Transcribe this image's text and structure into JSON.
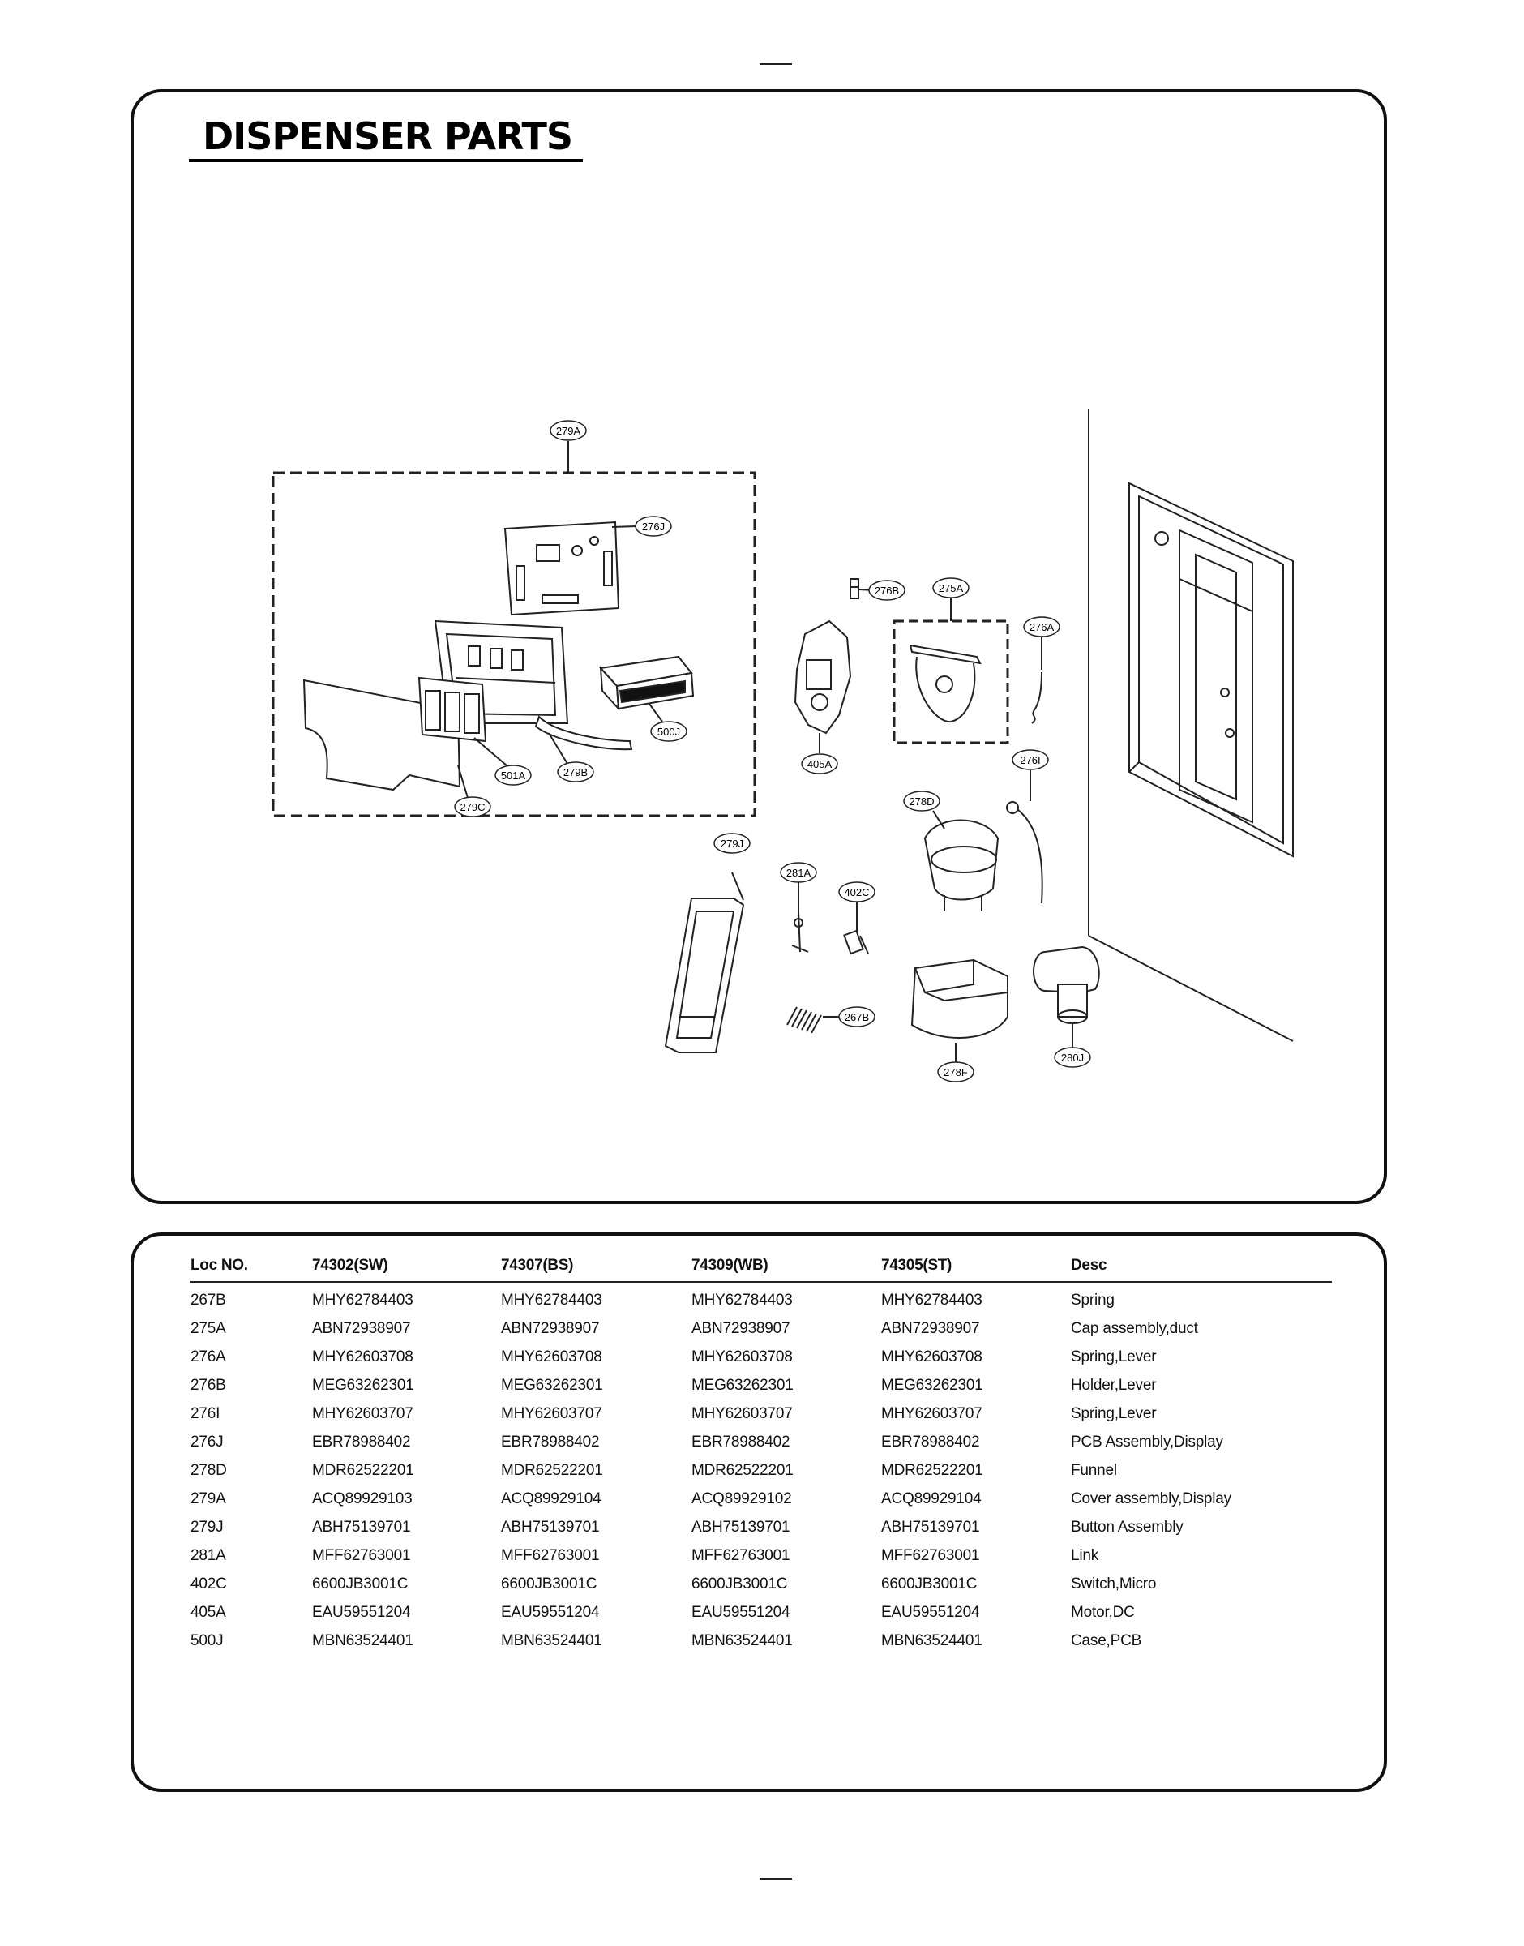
{
  "page": {
    "section_title": "DISPENSER PARTS"
  },
  "diagram": {
    "callouts": [
      "279A",
      "276J",
      "276B",
      "275A",
      "276A",
      "500J",
      "405A",
      "276I",
      "278D",
      "501A",
      "279B",
      "279C",
      "279J",
      "281A",
      "402C",
      "267B",
      "278F",
      "280J"
    ]
  },
  "parts_table": {
    "headers": [
      "Loc NO.",
      "74302(SW)",
      "74307(BS)",
      "74309(WB)",
      "74305(ST)",
      "Desc"
    ],
    "rows": [
      [
        "267B",
        "MHY62784403",
        "MHY62784403",
        "MHY62784403",
        "MHY62784403",
        "Spring"
      ],
      [
        "275A",
        "ABN72938907",
        "ABN72938907",
        "ABN72938907",
        "ABN72938907",
        "Cap assembly,duct"
      ],
      [
        "276A",
        "MHY62603708",
        "MHY62603708",
        "MHY62603708",
        "MHY62603708",
        "Spring,Lever"
      ],
      [
        "276B",
        "MEG63262301",
        "MEG63262301",
        "MEG63262301",
        "MEG63262301",
        "Holder,Lever"
      ],
      [
        "276I",
        "MHY62603707",
        "MHY62603707",
        "MHY62603707",
        "MHY62603707",
        "Spring,Lever"
      ],
      [
        "276J",
        "EBR78988402",
        "EBR78988402",
        "EBR78988402",
        "EBR78988402",
        "PCB Assembly,Display"
      ],
      [
        "278D",
        "MDR62522201",
        "MDR62522201",
        "MDR62522201",
        "MDR62522201",
        "Funnel"
      ],
      [
        "279A",
        "ACQ89929103",
        "ACQ89929104",
        "ACQ89929102",
        "ACQ89929104",
        "Cover assembly,Display"
      ],
      [
        "279J",
        "ABH75139701",
        "ABH75139701",
        "ABH75139701",
        "ABH75139701",
        "Button Assembly"
      ],
      [
        "281A",
        "MFF62763001",
        "MFF62763001",
        "MFF62763001",
        "MFF62763001",
        "Link"
      ],
      [
        "402C",
        "6600JB3001C",
        "6600JB3001C",
        "6600JB3001C",
        "6600JB3001C",
        "Switch,Micro"
      ],
      [
        "405A",
        "EAU59551204",
        "EAU59551204",
        "EAU59551204",
        "EAU59551204",
        "Motor,DC"
      ],
      [
        "500J",
        "MBN63524401",
        "MBN63524401",
        "MBN63524401",
        "MBN63524401",
        "Case,PCB"
      ]
    ]
  }
}
